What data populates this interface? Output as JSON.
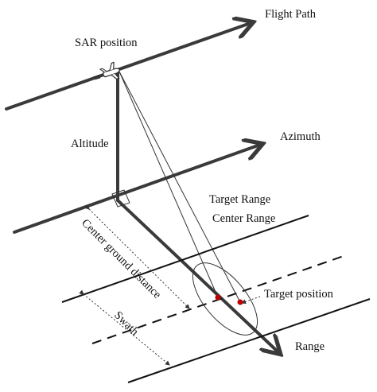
{
  "labels": {
    "flight_path": "Flight Path",
    "sar_position": "SAR position",
    "altitude": "Altitude",
    "azimuth": "Azimuth",
    "target_range": "Target Range",
    "center_range": "Center Range",
    "center_ground_distance": "Center ground distance",
    "target_position": "Target position",
    "swath": "Swath",
    "range": "Range"
  },
  "colors": {
    "axis": "#3a3a3a",
    "line": "#111111",
    "target_dot": "#c00000",
    "background": "#ffffff"
  },
  "icons": {
    "platform": "airplane-icon"
  }
}
